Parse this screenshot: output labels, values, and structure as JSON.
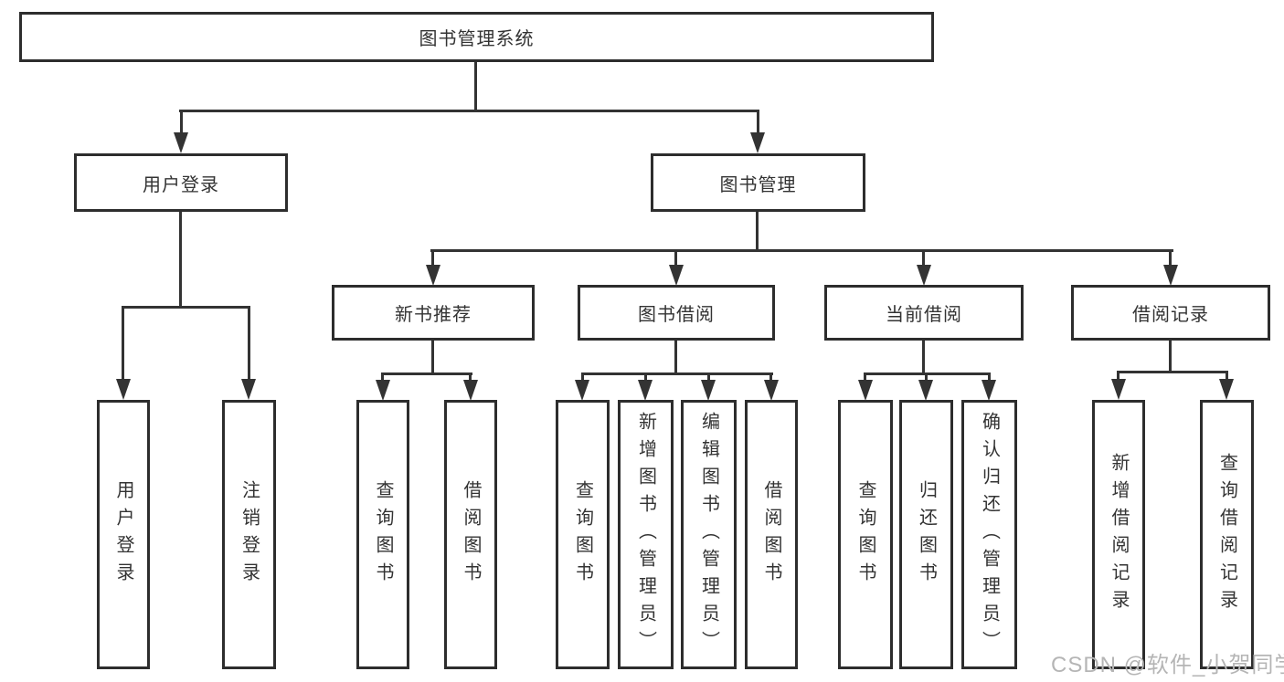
{
  "colors": {
    "line": "#333333",
    "box_border": "#2d2d2d",
    "text": "#333333",
    "watermark": "#b5b5b5",
    "background": "#ffffff"
  },
  "diagram": {
    "root": "图书管理系统",
    "branches": {
      "user_login": "用户登录",
      "book_management": "图书管理"
    },
    "modules": {
      "new_books": "新书推荐",
      "book_borrowing": "图书借阅",
      "current_borrowing": "当前借阅",
      "borrowing_records": "借阅记录"
    },
    "leaves": {
      "user_login": [
        "用户登录",
        "注销登录"
      ],
      "new_books": [
        "查询图书",
        "借阅图书"
      ],
      "book_borrowing": [
        "查询图书",
        "新增图书（管理员）",
        "编辑图书（管理员）",
        "借阅图书"
      ],
      "current_borrowing": [
        "查询图书",
        "归还图书",
        "确认归还（管理员）"
      ],
      "borrowing_records": [
        "新增借阅记录",
        "查询借阅记录"
      ]
    }
  },
  "watermark": "CSDN @软件_小贺同学"
}
